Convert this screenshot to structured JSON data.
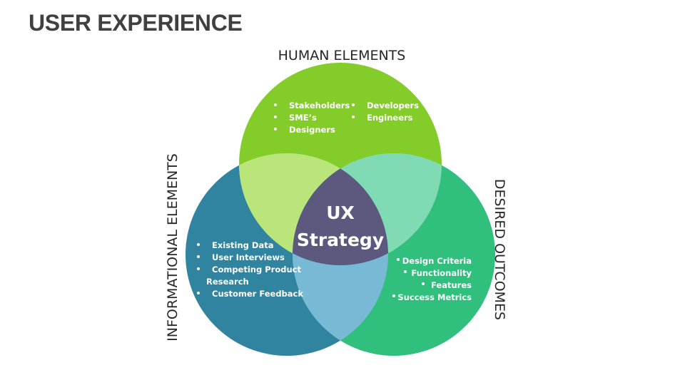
{
  "slide": {
    "title": "USER EXPERIENCE"
  },
  "colors": {
    "human": "#84CC2A",
    "informational": "#31849F",
    "desired": "#31BF7D",
    "human_informational": "#BAE57B",
    "human_desired": "#80DBB5",
    "informational_desired": "#78BAD6",
    "center": "#5C587E"
  },
  "diagram": {
    "center": {
      "line1": "UX",
      "line2": "Strategy"
    },
    "sets": {
      "human": {
        "label": "HUMAN ELEMENTS",
        "items_left": [
          "Stakeholders",
          "SME’s",
          "Designers"
        ],
        "items_right": [
          "Developers",
          "Engineers"
        ]
      },
      "informational": {
        "label": "INFORMATIONAL ELEMENTS",
        "items": [
          "Existing Data",
          "User Interviews",
          "Competing Product",
          "Research",
          "Customer Feedback"
        ]
      },
      "desired": {
        "label": "DESIRED OUTCOMES",
        "items": [
          "Design Criteria",
          "Functionality",
          "Features",
          "Success Metrics"
        ]
      }
    }
  }
}
